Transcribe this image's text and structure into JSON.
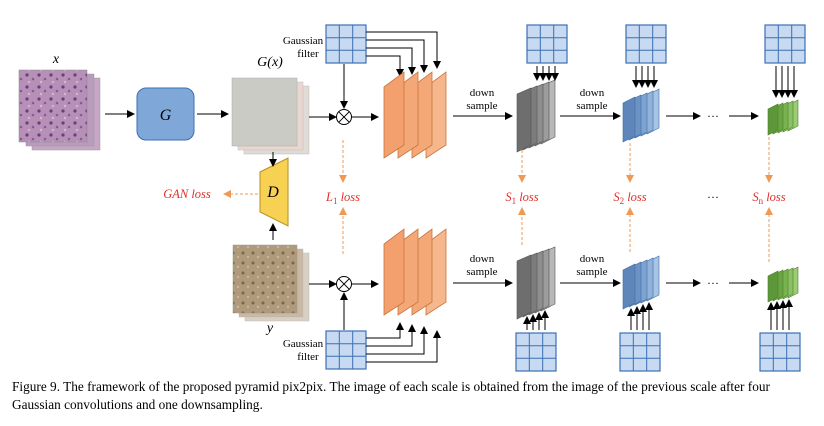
{
  "labels": {
    "x": "x",
    "gx": "G(x)",
    "y": "y",
    "g": "G",
    "d": "D",
    "gaussian_filter_top": [
      "Gaussian",
      "filter"
    ],
    "gaussian_filter_bottom": [
      "Gaussian",
      "filter"
    ],
    "down_sample": [
      "down",
      "sample"
    ],
    "gan_loss": "GAN loss",
    "l1_loss": "L1 loss",
    "s1_loss": "S1 loss",
    "s2_loss": "S2 loss",
    "sn_loss": "Sn loss",
    "ellipsis": "···"
  },
  "caption": "Figure 9. The framework of the proposed pyramid pix2pix. The image of each scale is obtained from the image of the previous scale after four Gaussian convolutions and one downsampling.",
  "colors": {
    "generator": "#7fa8d8",
    "discriminator": "#f7d152",
    "conv_orange": "#f4a878",
    "stack_gray": "#8e8e8e",
    "stack_blue": "#7fa3cf",
    "stack_green": "#79b34f",
    "filter_fill": "#c7daf2",
    "filter_stroke": "#3b6fb3",
    "loss_red": "#e0312a",
    "dashed_orange": "#ee9a55"
  }
}
